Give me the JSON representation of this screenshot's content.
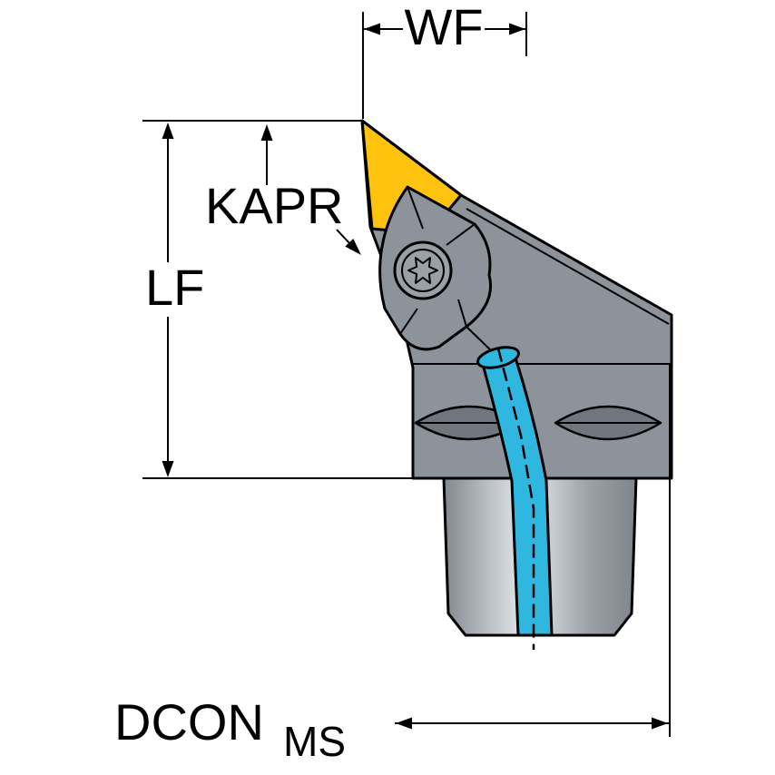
{
  "diagram": {
    "type": "technical-drawing",
    "subject": "Turning tool holder with cutting insert, clamp, coolant channel and coupling",
    "dimension_labels": {
      "wf": "WF",
      "kapr": "KAPR",
      "lf": "LF",
      "dcon": "DCON",
      "dcon_subscript": "MS"
    },
    "colors": {
      "background": "#FFFFFF",
      "outline": "#000000",
      "insert_yellow": "#FFC20E",
      "body_gray": "#8C939A",
      "slot_gray": "#6F767E",
      "screw_gray": "#99A0A7",
      "coupling_gray_light": "#DCE0E3",
      "coupling_gray_dark": "#7E848A",
      "coolant_cyan": "#2FB7DF"
    }
  }
}
